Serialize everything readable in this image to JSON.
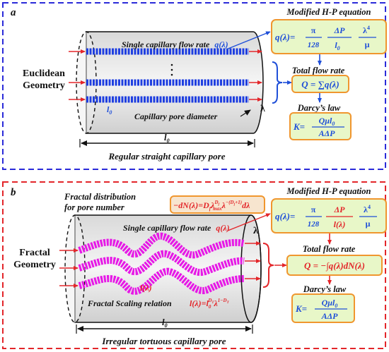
{
  "colors": {
    "panel_a_border": "#2b2bd9",
    "panel_b_border": "#e3262a",
    "capillary_a": "#1f3fe0",
    "capillary_b": "#e619e6",
    "equation_box_fill": "#e8f7c8",
    "equation_box_border": "#f0962e",
    "equation_text_blue": "#1f4fd8",
    "equation_text_red": "#e3262a",
    "fractal_box_fill": "#f7e5cf"
  },
  "panel_a": {
    "label": "a",
    "geometry_label_line1": "Euclidean",
    "geometry_label_line2": "Geometry",
    "single_flow_label": "Single capillary flow rate",
    "single_flow_symbol": "q(λ)",
    "l0_inside": "l",
    "l0_inside_sub": "0",
    "pore_diameter_label": "Capillary pore diameter",
    "lambda": "λ",
    "length_label": "l",
    "length_sub": "0",
    "caption": "Regular straight capillary pore",
    "modified_hp_title": "Modified H-P equation",
    "modified_hp": {
      "lhs": "q(λ)=",
      "frac1_num": "π",
      "frac1_den": "128",
      "frac2_num": "ΔP",
      "frac2_den": "l",
      "frac2_den_sub": "0",
      "frac3_num": "λ",
      "frac3_num_sup": "4",
      "frac3_den": "μ"
    },
    "total_flow_title": "Total flow rate",
    "total_flow_eq": "Q = ∑q(λ)",
    "darcy_title": "Darcy’s law",
    "darcy_lhs": "K=",
    "darcy_num": "Qμl",
    "darcy_num_sub": "0",
    "darcy_den": "AΔP"
  },
  "panel_b": {
    "label": "b",
    "geometry_label_line1": "Fractal",
    "geometry_label_line2": "Geometry",
    "fractal_dist_line1": "Fractal distribution",
    "fractal_dist_line2": "for pore number",
    "fractal_dist_eq": {
      "a": "−dN(λ)=D",
      "a_sub": "f",
      "b": "λ",
      "b_sup": "D",
      "b_sup_sub": "f",
      "b_sub": "max",
      "c": "λ",
      "c_sup": "−(D",
      "c_sup_sub": "f",
      "c_sup_end": "+1)",
      "d": "dλ"
    },
    "single_flow_label": "Single capillary flow rate",
    "single_flow_symbol": "q(λ)",
    "lambda": "λ",
    "l_lambda": "l(λ)",
    "fractal_scaling_label": "Fractal Scaling relation",
    "fractal_scaling_eq": {
      "a": "l(λ)=l",
      "a_sub": "0",
      "a_sup": "D",
      "a_sup_sub": "T",
      "b": "λ",
      "b_sup": "1−D",
      "b_sup_sub": "T"
    },
    "length_label": "l",
    "length_sub": "0",
    "caption": "Irregular tortuous capillary pore",
    "modified_hp_title": "Modified H-P equation",
    "modified_hp": {
      "lhs": "q(λ)=",
      "frac1_num": "π",
      "frac1_den": "128",
      "frac2_num": "ΔP",
      "frac2_den": "l(λ)",
      "frac3_num": "λ",
      "frac3_num_sup": "4",
      "frac3_den": "μ"
    },
    "total_flow_title": "Total flow rate",
    "total_flow_eq": "Q = −∫q(λ)dN(λ)",
    "darcy_title": "Darcy’s law",
    "darcy_lhs": "K=",
    "darcy_num": "Qμl",
    "darcy_num_sub": "0",
    "darcy_den": "AΔP"
  }
}
